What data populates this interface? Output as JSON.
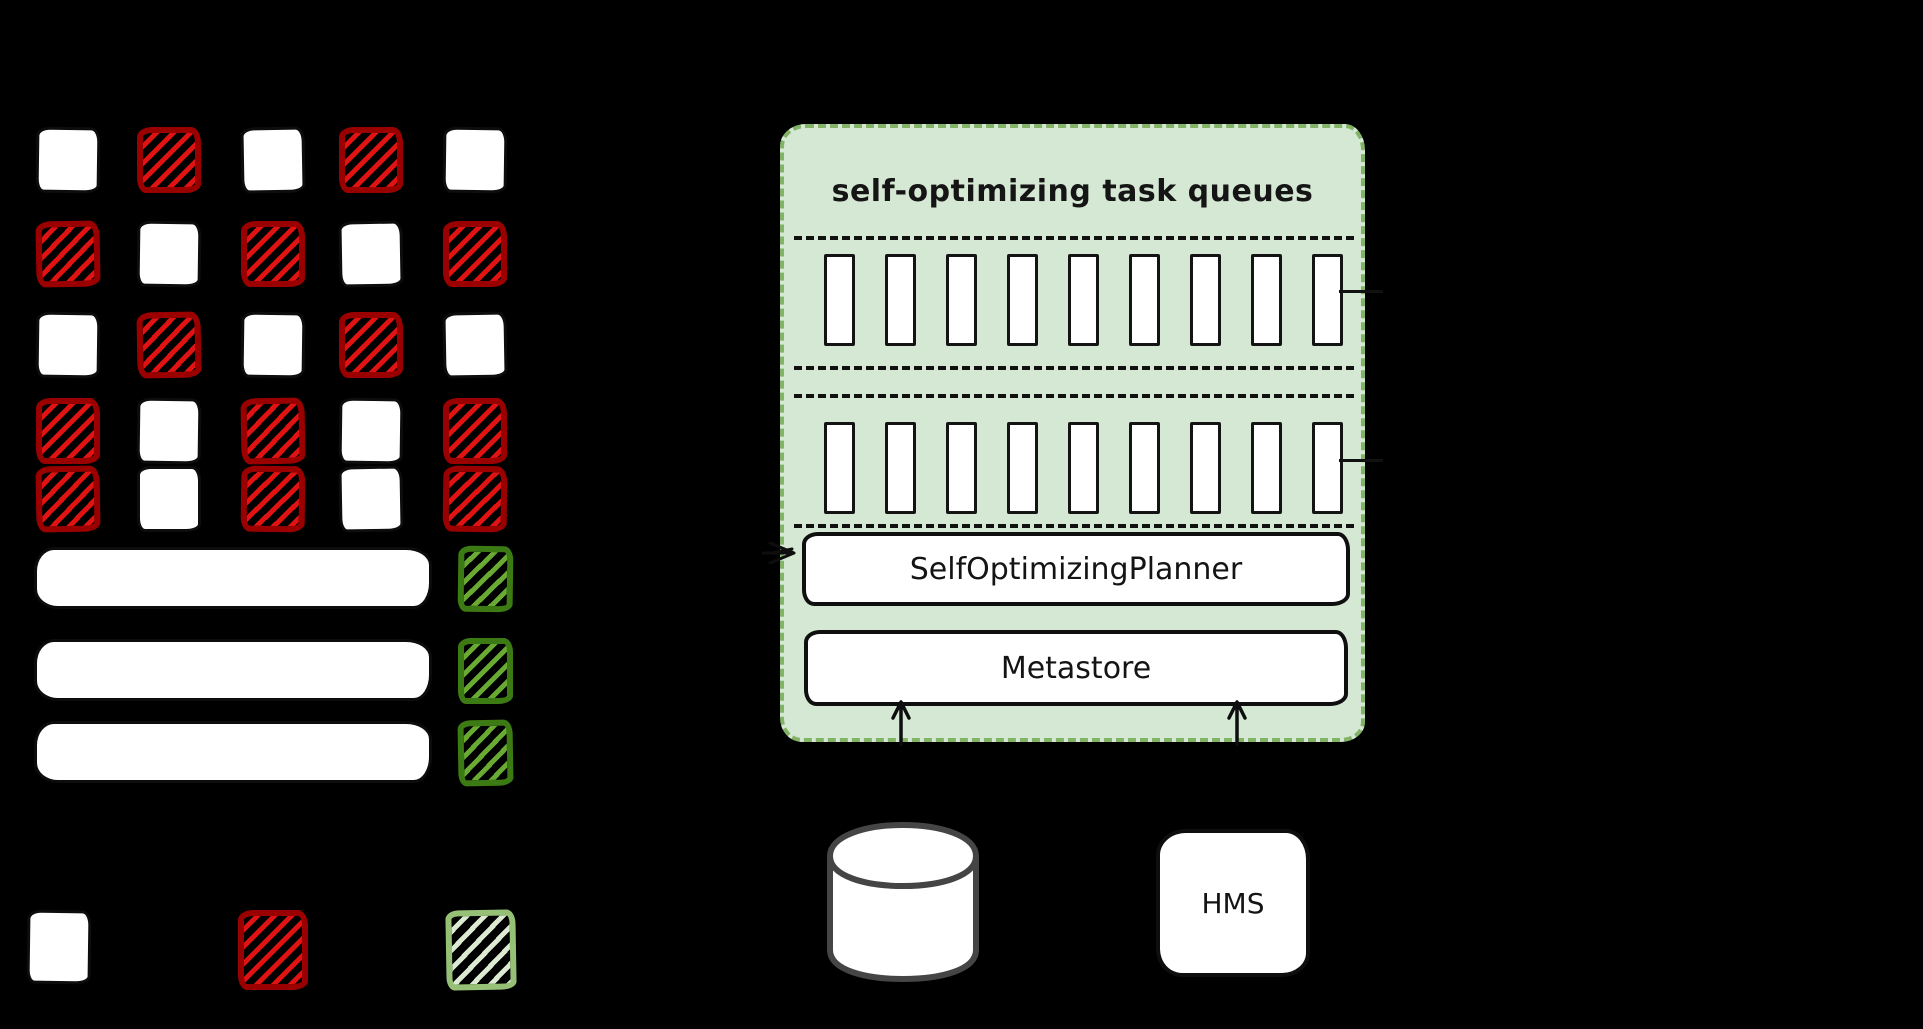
{
  "diagram": {
    "background": "#000000",
    "panel": {
      "title": "self-optimizing task queues",
      "planner_label": "SelfOptimizingPlanner",
      "metastore_label": "Metastore",
      "queue_rows": [
        {
          "slots": 9
        },
        {
          "slots": 9
        }
      ]
    },
    "bottom": {
      "hms_label": "HMS",
      "database_icon": "cylinder"
    },
    "left_grid": {
      "rows": [
        [
          "white",
          "red",
          "white",
          "red",
          "white"
        ],
        [
          "red",
          "white",
          "red",
          "white",
          "red"
        ],
        [
          "white",
          "red",
          "white",
          "red",
          "white"
        ],
        [
          "red",
          "white",
          "red",
          "white",
          "red"
        ],
        [
          "red",
          "white",
          "red",
          "white",
          "red"
        ]
      ]
    },
    "file_bars": {
      "count": 3,
      "marker": "green-hatched"
    },
    "legend": {
      "items": [
        {
          "swatch": "white-square"
        },
        {
          "swatch": "red-hatched-square"
        },
        {
          "swatch": "lightgreen-hatched-square"
        }
      ]
    },
    "colors": {
      "panel_fill": "#d5e8d4",
      "panel_border": "#82b366",
      "red_border": "#9b0000",
      "red_hatch": "#e01212",
      "green_border": "#3c7a14",
      "green_hatch": "#68aa32",
      "lightgreen_border": "#97c077",
      "lightgreen_hatch": "#dcead2",
      "ink": "#111111"
    }
  }
}
